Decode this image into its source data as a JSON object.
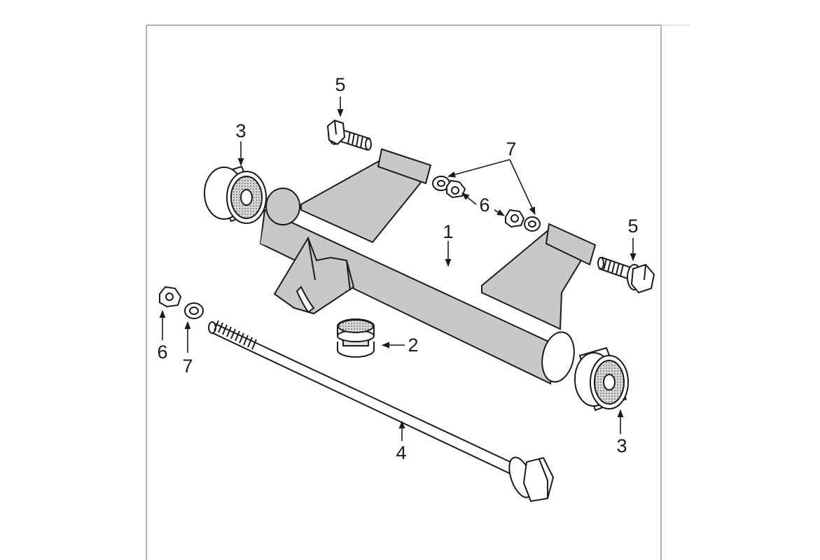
{
  "callouts": {
    "swing_arm": "1",
    "bushing": "2",
    "bearing_left": "3",
    "bearing_right": "3",
    "through_bolt": "4",
    "bolt_top": "5",
    "bolt_right": "5",
    "nut_top": "6",
    "nut_left": "6",
    "washer_top": "7",
    "washer_left": "7"
  },
  "colors": {
    "part_fill": "#c8c8c8",
    "outline": "#1a1a1a",
    "frame": "#9a9a9a"
  }
}
